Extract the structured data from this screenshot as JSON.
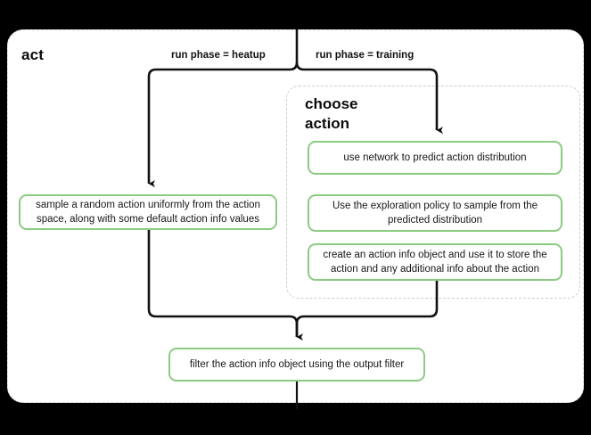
{
  "diagram": {
    "title": "act",
    "group": {
      "title": "choose\naction",
      "title_line1": "choose",
      "title_line2": "action"
    },
    "edge_labels": {
      "heatup": "run phase = heatup",
      "training": "run phase = training"
    },
    "nodes": {
      "heatup_sample": "sample a random action uniformly from the action space, along with some default action info values",
      "use_network": "use network to predict action distribution",
      "exploration_policy": "Use the exploration policy to sample from the predicted distribution",
      "create_action_info": "create an action info object and use it to store the action and any additional info about the action",
      "filter_output": "filter the action info object using the output filter"
    },
    "colors": {
      "node_border": "#8ccb82",
      "node_fill": "#ffffff",
      "panel_border": "#d8d8d8",
      "group_border": "#cccccc",
      "connector": "#111111",
      "background": "#000000",
      "text": "#171717"
    }
  }
}
